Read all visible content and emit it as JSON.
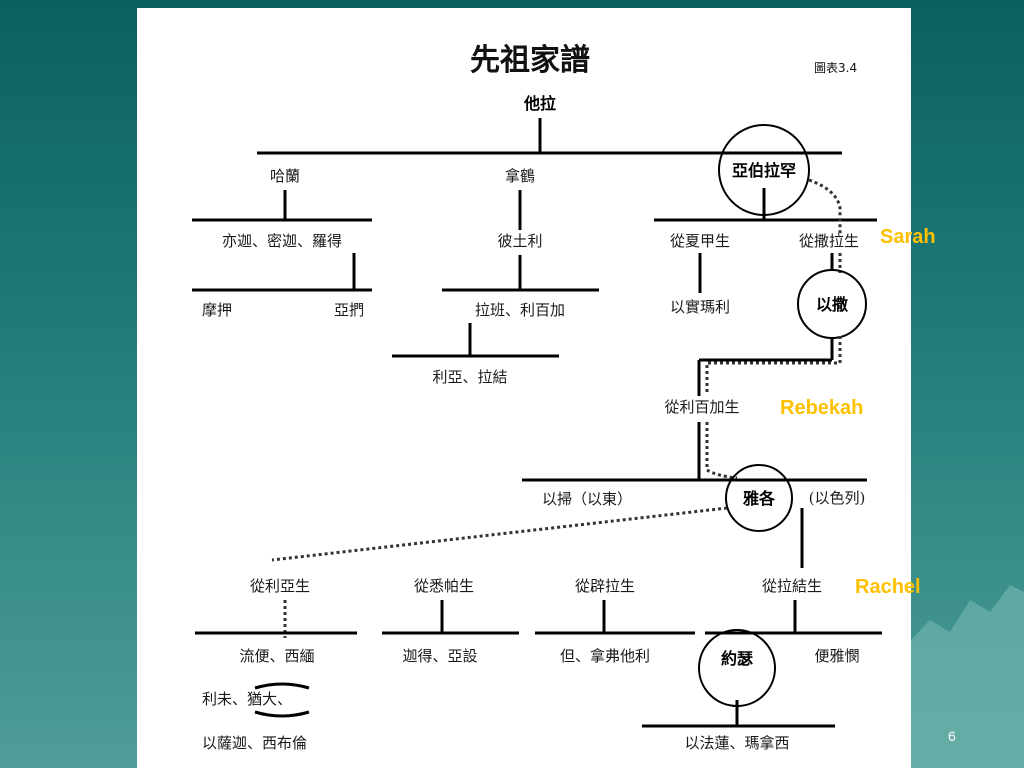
{
  "title": "先祖家譜",
  "figure_ref": "圖表3.4",
  "page_number": "6",
  "wives": {
    "sarah": "Sarah",
    "rebekah": "Rebekah",
    "rachel": "Rachel"
  },
  "nodes": {
    "terah": "他拉",
    "haran": "哈蘭",
    "nahor": "拿鶴",
    "abraham": "亞伯拉罕",
    "haran_children": "亦迦、密迦、羅得",
    "bethuel": "彼土利",
    "hagar_line": "從夏甲生",
    "sarah_line": "從撒拉生",
    "moab": "摩押",
    "ammon": "亞捫",
    "laban_rebekah": "拉班、利百加",
    "ishmael": "以實瑪利",
    "isaac": "以撒",
    "leah_rachel": "利亞、拉結",
    "rebekah_line": "從利百加生",
    "esau": "以掃（以東）",
    "jacob": "雅各",
    "israel": "(以色列)",
    "leah_line": "從利亞生",
    "zilpah_line": "從悉帕生",
    "bilhah_line": "從辟拉生",
    "rachel_line": "從拉結生",
    "reuben_simeon": "流便、西緬",
    "gad_asher": "迦得、亞設",
    "dan_naphtali": "但、拿弗他利",
    "joseph": "約瑟",
    "benjamin": "便雅憫",
    "levi_judah": "利未、猶大、",
    "issachar_zebulun": "以薩迦、西布倫",
    "ephraim_manasseh": "以法蓮、瑪拿西"
  }
}
